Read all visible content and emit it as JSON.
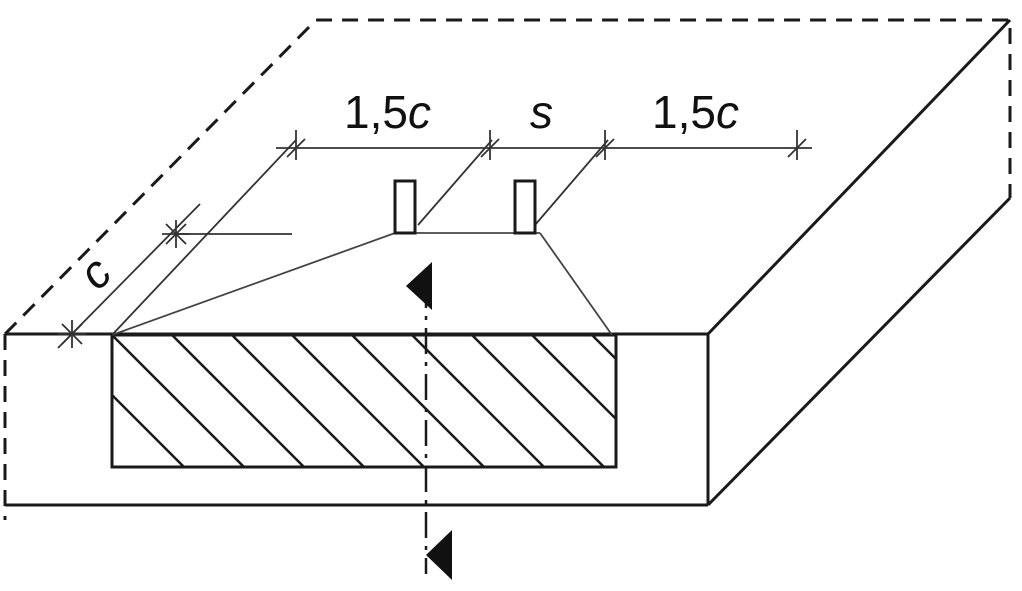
{
  "labels": {
    "dim_left": {
      "number": "1,5",
      "var": "c"
    },
    "dim_mid": {
      "var": "s"
    },
    "dim_right": {
      "number": "1,5",
      "var": "c"
    },
    "dim_edge": {
      "var": "c"
    }
  },
  "colors": {
    "stroke": "#1a1a1a",
    "thin": "#333333",
    "fill": "#ffffff"
  }
}
